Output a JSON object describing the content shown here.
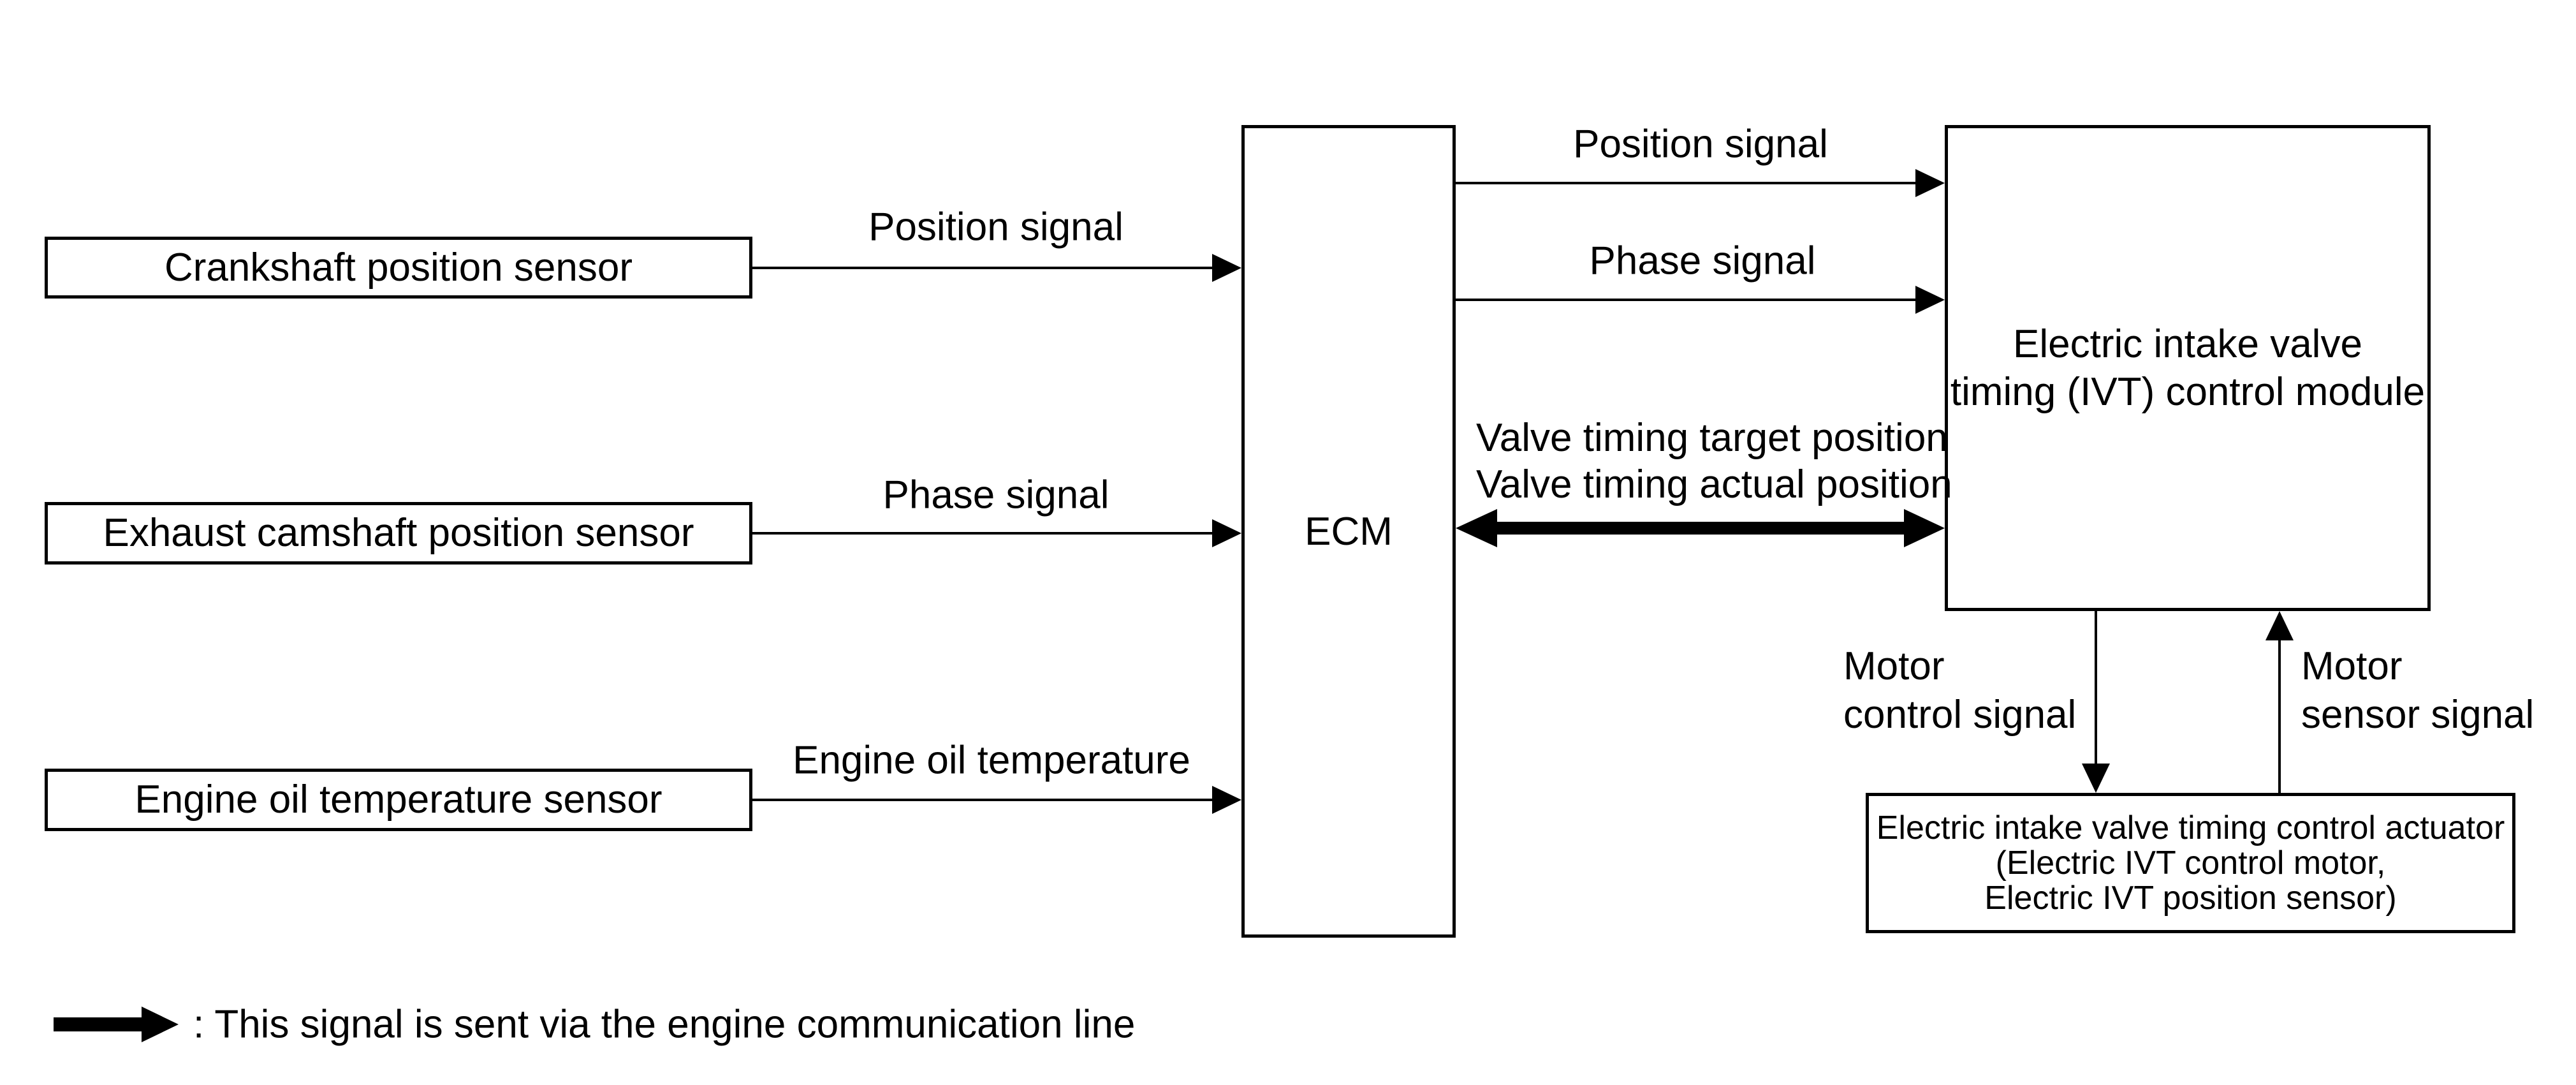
{
  "page": {
    "background_color": "#ffffff",
    "line_color": "#000000"
  },
  "diagram": {
    "sensor_boxes": [
      {
        "label": "Crankshaft position sensor"
      },
      {
        "label": "Exhaust camshaft position sensor"
      },
      {
        "label": "Engine oil temperature sensor"
      }
    ],
    "ecm_box": {
      "label": "ECM"
    },
    "ivt_module_box": {
      "label_line1": "Electric intake valve",
      "label_line2": "timing (IVT) control module"
    },
    "actuator_box": {
      "label_line1": "Electric intake valve timing control actuator",
      "label_line2": "(Electric IVT control motor,",
      "label_line3": "Electric IVT position sensor)"
    },
    "signal_labels": {
      "crankshaft_to_ecm": "Position signal",
      "exhaust_to_ecm": "Phase signal",
      "oil_temp_to_ecm": "Engine oil temperature",
      "ecm_to_ivt_position": "Position signal",
      "ecm_to_ivt_phase": "Phase signal",
      "comm_line1": "Valve timing target position",
      "comm_line2": "Valve timing actual position",
      "motor_control_line1": "Motor",
      "motor_control_line2": "control signal",
      "motor_sensor_line1": "Motor",
      "motor_sensor_line2": "sensor signal"
    },
    "legend": {
      "text": ": This signal is sent via the engine communication line"
    }
  }
}
